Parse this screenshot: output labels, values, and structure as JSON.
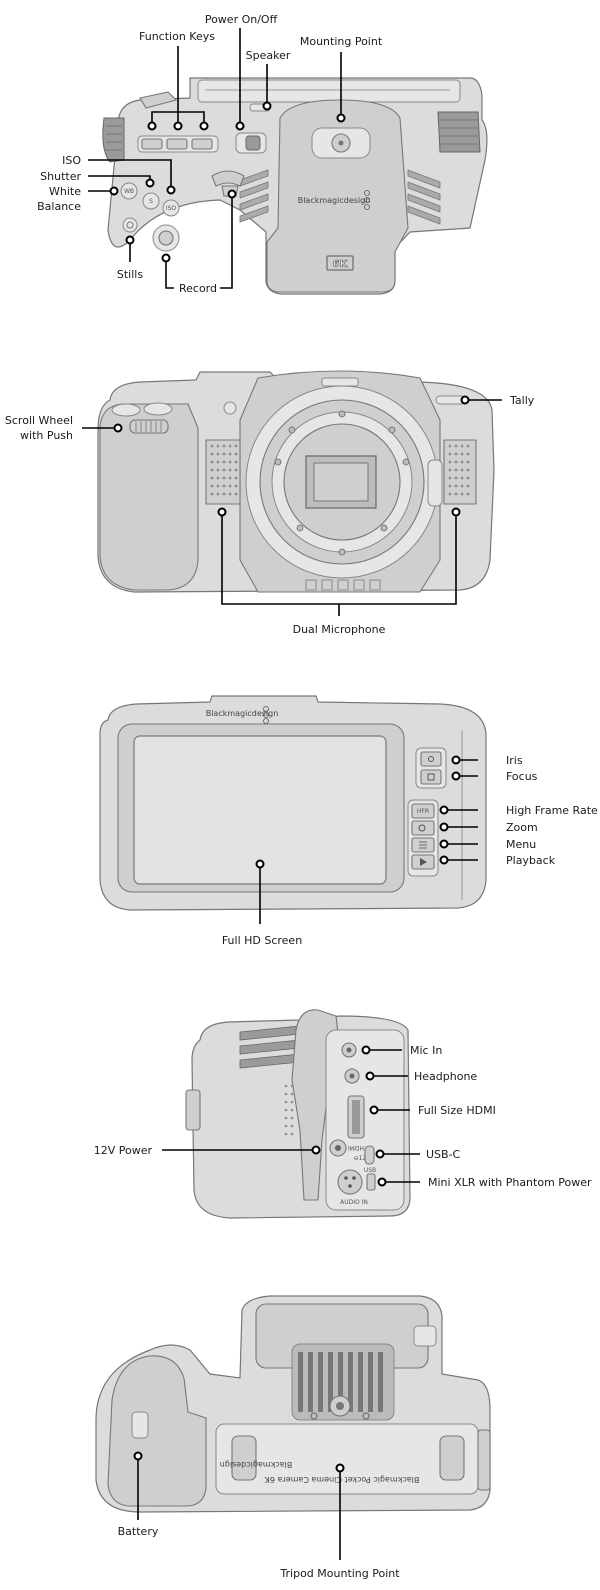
{
  "view_top": {
    "labels": {
      "power": "Power On/Off",
      "function_keys": "Function Keys",
      "speaker": "Speaker",
      "mounting_point": "Mounting Point",
      "iso": "ISO",
      "shutter": "Shutter",
      "white_balance_1": "White",
      "white_balance_2": "Balance",
      "stills": "Stills",
      "record": "Record"
    },
    "brand": "Blackmagicdesign",
    "badge": "6K",
    "buttons": {
      "wb": "WB",
      "iso": "ISO",
      "shutter": "S"
    }
  },
  "view_front": {
    "labels": {
      "scroll_wheel_1": "Scroll Wheel",
      "scroll_wheel_2": "with Push",
      "tally": "Tally",
      "dual_mic": "Dual Microphone"
    }
  },
  "view_back": {
    "labels": {
      "iris": "Iris",
      "focus": "Focus",
      "hfr": "High Frame Rate",
      "zoom": "Zoom",
      "menu": "Menu",
      "playback": "Playback",
      "screen": "Full HD Screen"
    },
    "brand": "Blackmagicdesign",
    "buttons": {
      "hfr": "HFR"
    }
  },
  "view_side": {
    "labels": {
      "mic_in": "Mic In",
      "headphone": "Headphone",
      "hdmi": "Full Size HDMI",
      "usbc": "USB-C",
      "xlr": "Mini XLR with Phantom Power",
      "power12v": "12V Power"
    },
    "port_text": {
      "hdmi": "HDMI",
      "usb": "USB",
      "v12": "⊖12V",
      "audio": "AUDIO IN"
    }
  },
  "view_bottom": {
    "labels": {
      "battery": "Battery",
      "tripod": "Tripod Mounting Point"
    },
    "plate_text": "Blackmagic Pocket Cinema Camera 6K",
    "brand": "Blackmagicdesign"
  }
}
